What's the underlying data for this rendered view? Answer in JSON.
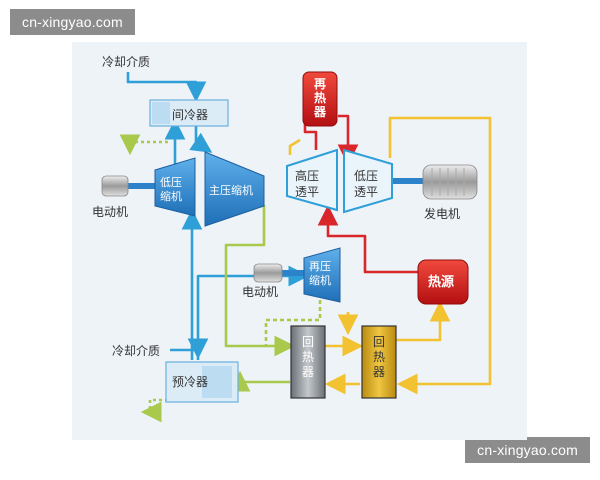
{
  "watermark": {
    "text": "cn-xingyao.com"
  },
  "labels": {
    "coolant_top": "冷却介质",
    "intercooler": "间冷器",
    "lp_compressor": "低压\n缩机",
    "main_compressor": "主压缩机",
    "motor_left": "电动机",
    "reheater": "再\n热\n器",
    "hp_turbine": "高压\n透平",
    "lp_turbine": "低压\n透平",
    "generator": "发电机",
    "recomp_motor": "电动机",
    "recompressor": "再压\n缩机",
    "heat_source": "热源",
    "recuperator_low": "回\n热\n器",
    "recuperator_high": "回\n热\n器",
    "coolant_bottom": "冷却介质",
    "precooler": "预冷器"
  },
  "colors": {
    "blue_flow": "#2f9fd8",
    "red_flow": "#d9262b",
    "yellow_flow": "#f2c230",
    "green_flow": "#a8c94c",
    "equipment_blue": "#2d83c9",
    "heat_red": "#d81e1e",
    "recuperator_gold": "#d9a722",
    "recuperator_gray": "#8a8f94",
    "panel_bg": "#eef3f8"
  }
}
